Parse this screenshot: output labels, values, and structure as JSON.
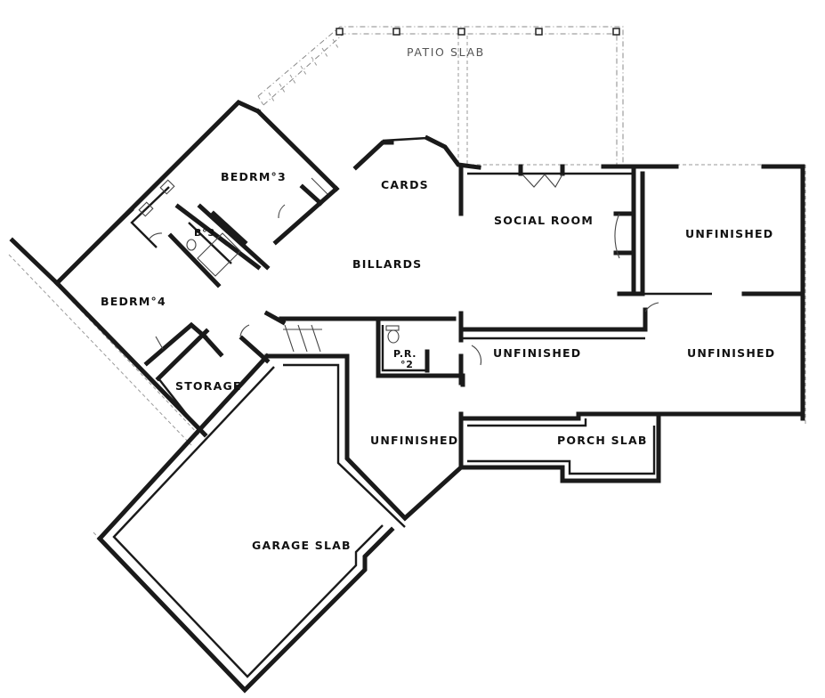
{
  "labels": {
    "patio": "PATIO SLAB",
    "bedroom3": "BEDRM°3",
    "bedroom4": "BEDRM°4",
    "bath3": "B°3",
    "cards": "CARDS",
    "billiards": "BILLARDS",
    "social": "SOCIAL ROOM",
    "unfinished_ne": "UNFINISHED",
    "unfinished_e": "UNFINISHED",
    "unfinished_c": "UNFINISHED",
    "unfinished_s": "UNFINISHED",
    "powder_line1": "P.R.",
    "powder_line2": "°2",
    "storage": "STORAGE",
    "porch": "PORCH SLAB",
    "garage": "GARAGE SLAB"
  }
}
